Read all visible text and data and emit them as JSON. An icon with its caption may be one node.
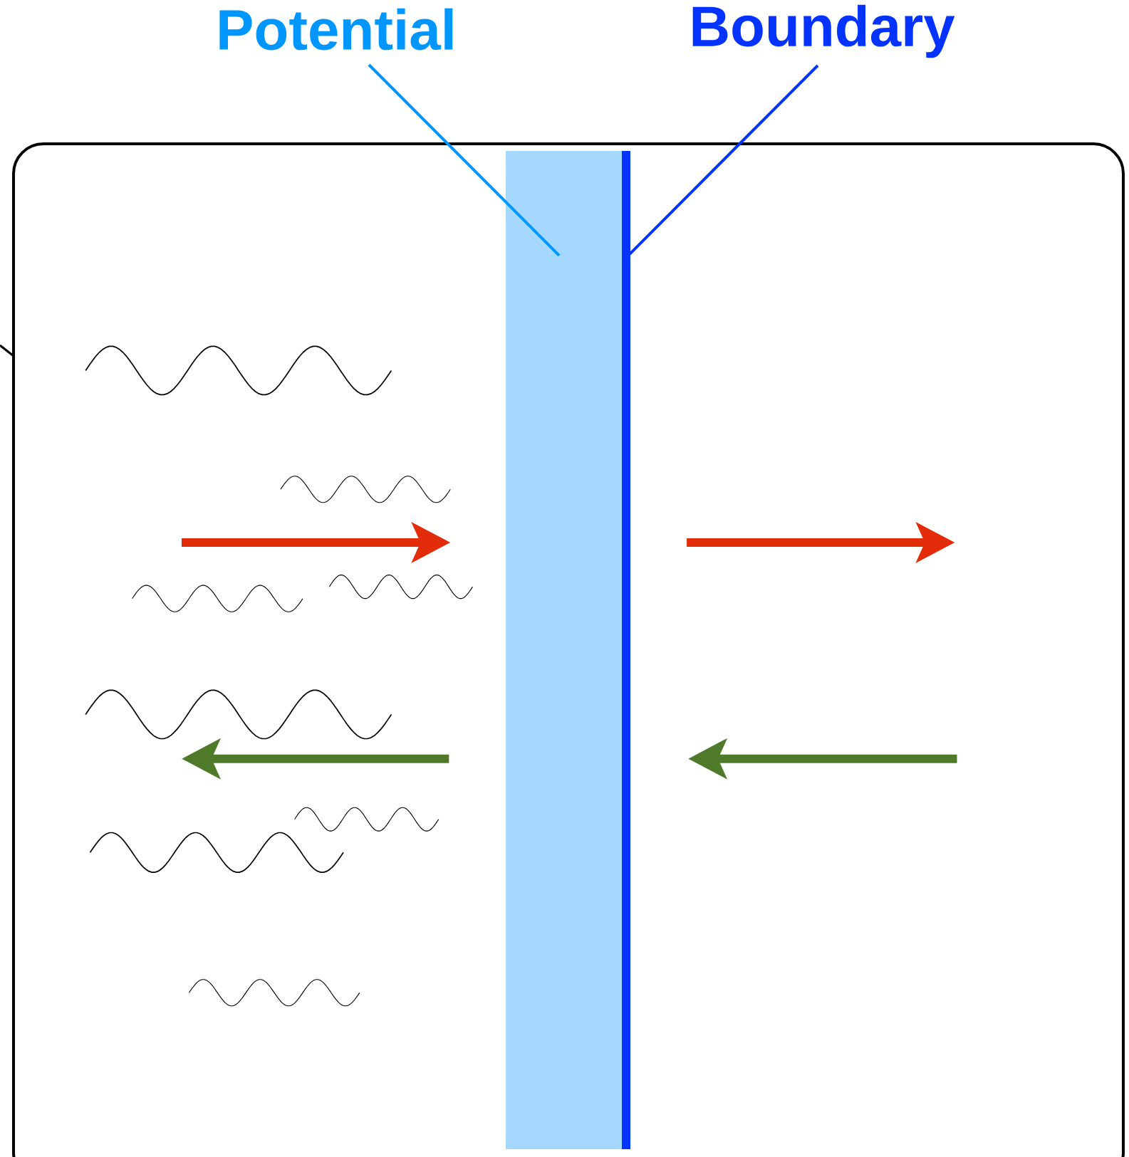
{
  "diagram": {
    "nodes": [
      {
        "text": [
          "Potential"
        ]
      },
      {
        "text": [
          "Boundary"
        ]
      },
      {
        "text": [],
        "shape": "bar"
      },
      {
        "text": [],
        "shape": "bar"
      }
    ],
    "edges": [
      {
        "from": 0,
        "to": 2,
        "arrow": "none",
        "color": "#0096ff"
      },
      {
        "from": 1,
        "to": 3,
        "arrow": "none",
        "color": "#0433ff"
      }
    ]
  }
}
